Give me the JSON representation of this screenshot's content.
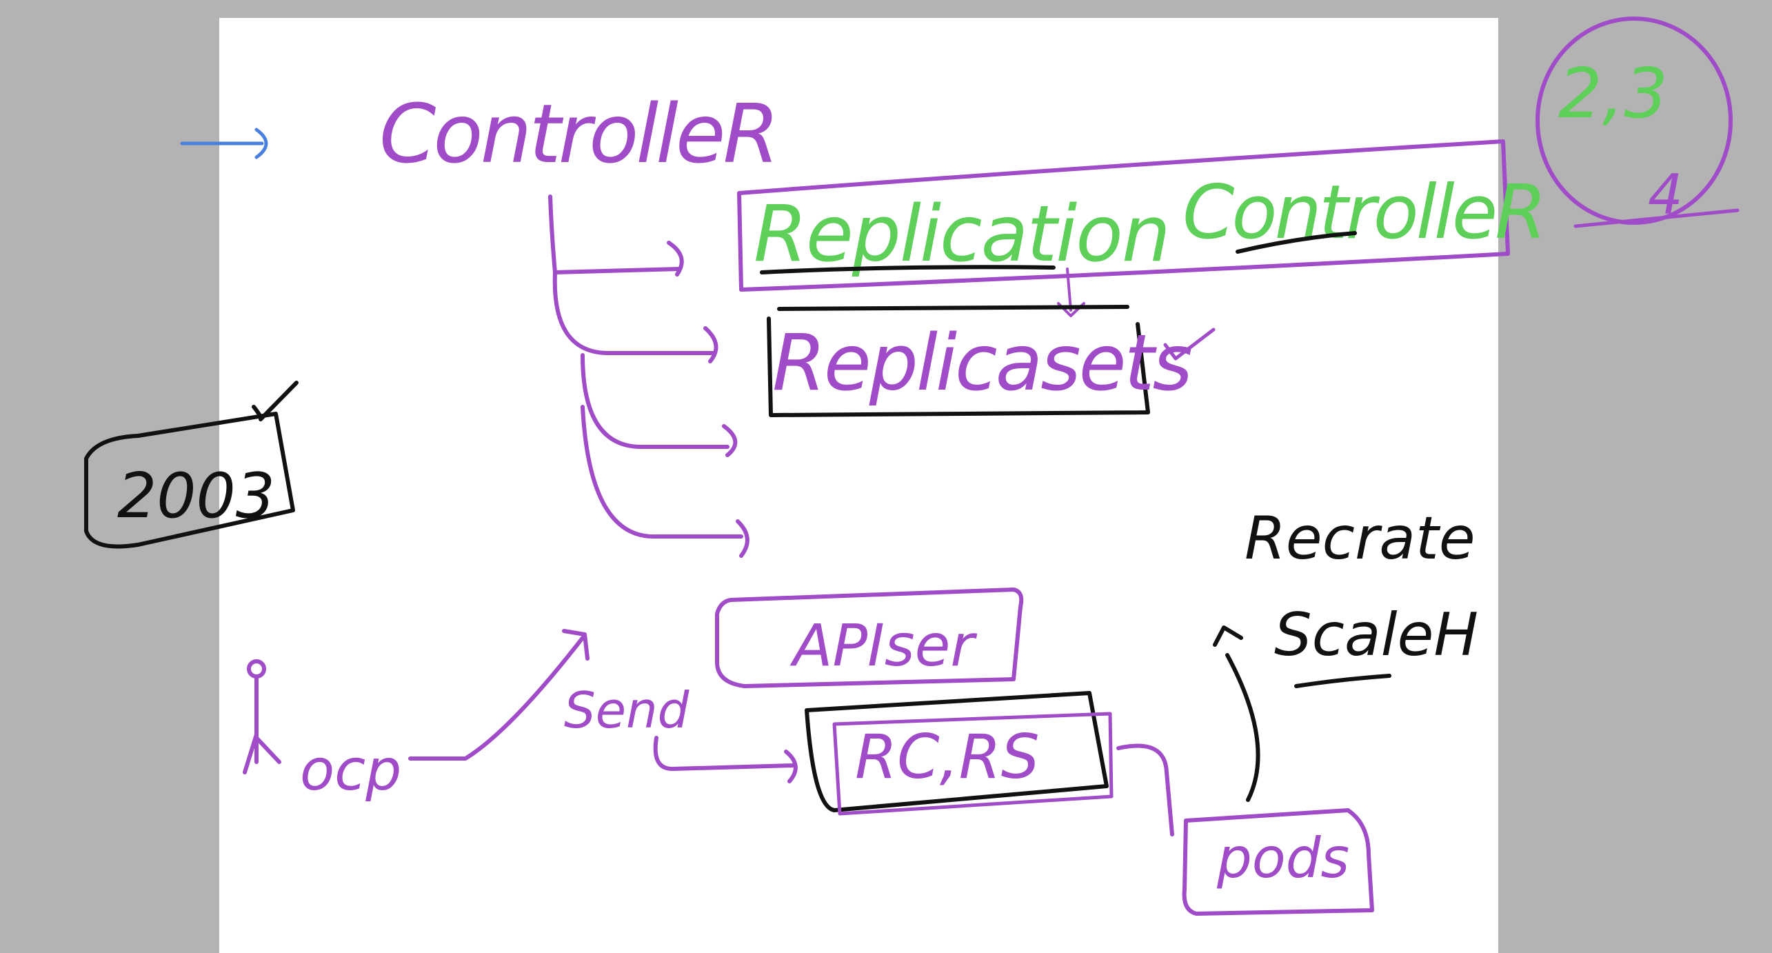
{
  "colors": {
    "background": "#b3b3b3",
    "canvas": "#ffffff",
    "purple_ink": "#a04bc7",
    "green_ink": "#5ed05a",
    "black_ink": "#111111",
    "blue_ink": "#4a7fe0"
  },
  "labels": {
    "controller": "ControlleR",
    "replication_controller_1": "Replication",
    "replication_controller_2": "ControlleR",
    "replicasets": "Replicasets",
    "year": "2003",
    "corner_numbers": "2,3",
    "corner_mark": "4",
    "ocp": "ocp",
    "send": "Send",
    "apiserver": "APIser",
    "rc_rs": "RC,RS",
    "pods": "pods",
    "recreate": "Recrate",
    "scale": "ScaleH"
  }
}
